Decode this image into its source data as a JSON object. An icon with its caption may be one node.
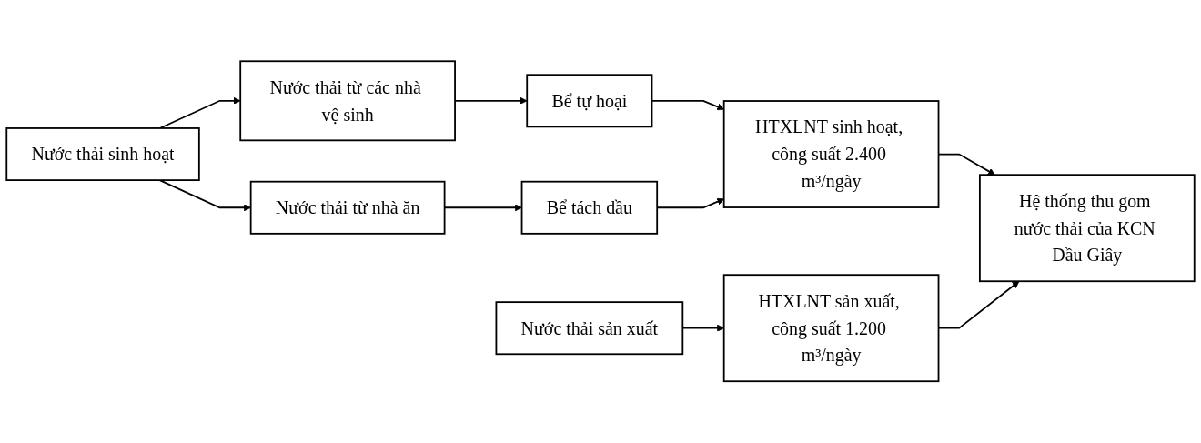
{
  "diagram": {
    "nodes": [
      {
        "text": [
          "Nước thải sinh hoạt"
        ]
      },
      {
        "text": [
          "Nước thải từ các nhà vệ sinh"
        ]
      },
      {
        "text": [
          "Nước thải từ nhà ăn"
        ]
      },
      {
        "text": [
          "Bể tự hoại"
        ]
      },
      {
        "text": [
          "Bể tách dầu"
        ]
      },
      {
        "text": [
          "HTXLNT sinh hoạt, công suất 2.400 m³/ngày"
        ]
      },
      {
        "text": [
          "Nước thải sản xuất"
        ]
      },
      {
        "text": [
          "HTXLNT sản xuất, công suất 1.200 m³/ngày"
        ]
      },
      {
        "text": [
          "Hệ thống thu gom nước thải của KCN Dầu Giây"
        ]
      }
    ],
    "edges": [
      {
        "from": 0,
        "to": 1,
        "arrow": "to"
      },
      {
        "from": 0,
        "to": 2,
        "arrow": "to"
      },
      {
        "from": 1,
        "to": 3,
        "arrow": "to"
      },
      {
        "from": 2,
        "to": 4,
        "arrow": "to"
      },
      {
        "from": 3,
        "to": 5,
        "arrow": "to"
      },
      {
        "from": 4,
        "to": 5,
        "arrow": "to"
      },
      {
        "from": 5,
        "to": 8,
        "arrow": "to"
      },
      {
        "from": 6,
        "to": 7,
        "arrow": "to"
      },
      {
        "from": 7,
        "to": 8,
        "arrow": "to"
      }
    ]
  }
}
